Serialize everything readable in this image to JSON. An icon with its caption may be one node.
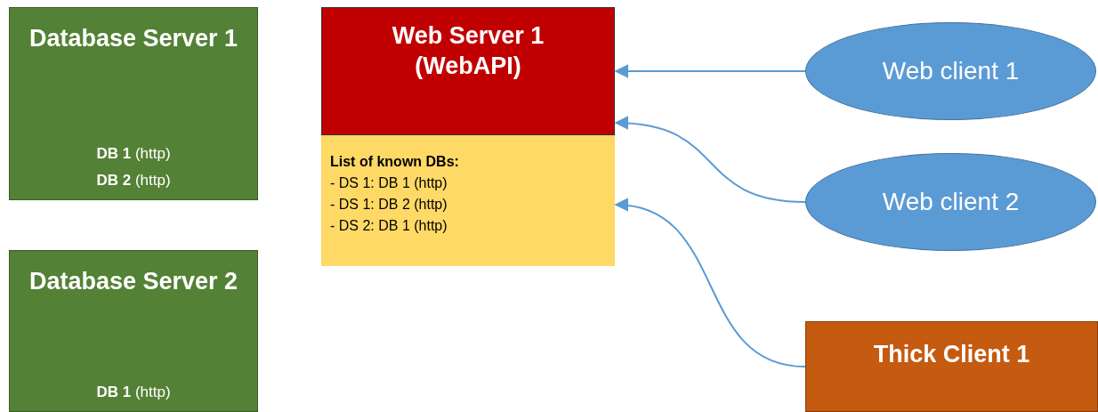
{
  "diagram": {
    "nodes": [
      {
        "text": [
          "Database Server 1",
          "**DB 1** (http)",
          "**DB 2** (http)"
        ]
      },
      {
        "text": [
          "Database Server 2",
          "**DB 1** (http)"
        ]
      },
      {
        "text": [
          "Web Server 1 (WebAPI)"
        ]
      },
      {
        "text": [
          "List of known DBs:",
          "- DS 1: DB 1 (http)",
          "- DS 1: DB 2 (http)",
          "- DS 2: DB 1 (http)"
        ],
        "in": 2
      },
      {
        "text": [
          "Web client 1"
        ]
      },
      {
        "text": [
          "Web client 2"
        ]
      },
      {
        "text": [
          "Thick Client 1"
        ]
      }
    ],
    "edges": [
      {
        "from": 4,
        "to": 2,
        "arrow": "to"
      },
      {
        "from": 5,
        "to": 2,
        "arrow": "to"
      },
      {
        "from": 6,
        "to": 3,
        "arrow": "to"
      }
    ]
  }
}
